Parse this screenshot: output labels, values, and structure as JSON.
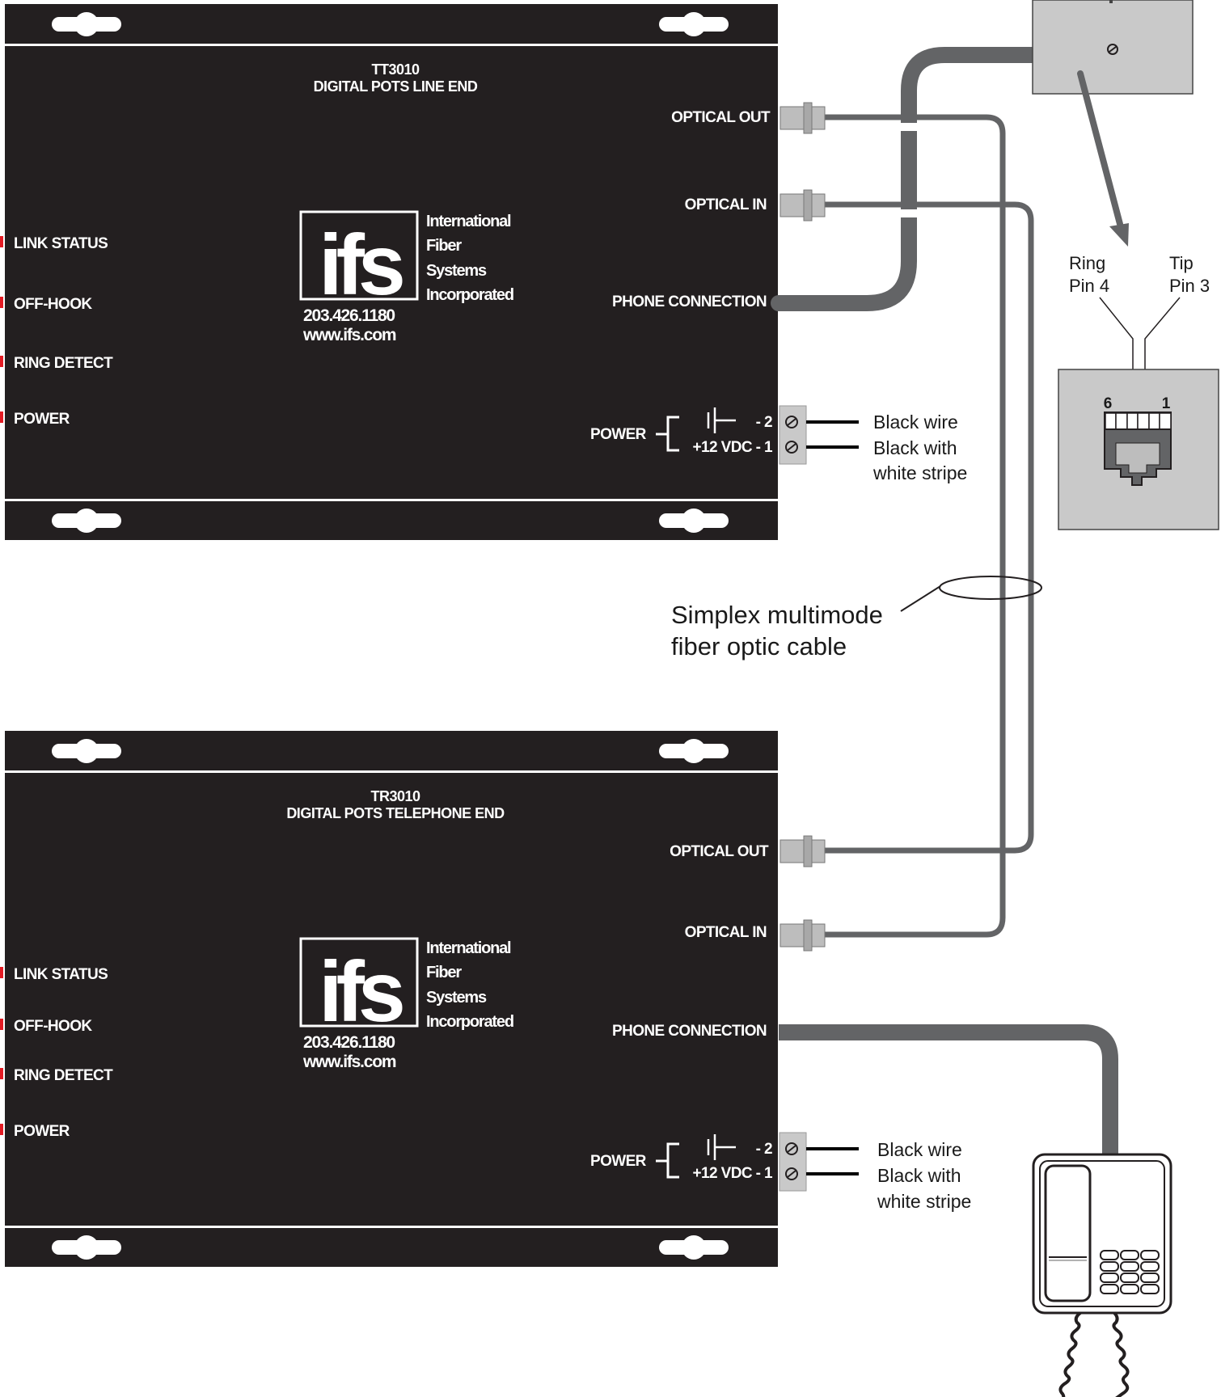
{
  "units": [
    {
      "model": "TT3010",
      "name": "DIGITAL POTS LINE END",
      "optical_out": "OPTICAL OUT",
      "optical_in": "OPTICAL IN",
      "phone_connection": "PHONE CONNECTION",
      "power_label": "POWER",
      "terminal_neg": "- 2",
      "terminal_pos": "+12 VDC - 1",
      "leds": [
        "LINK STATUS",
        "OFF-HOOK",
        "RING DETECT",
        "POWER"
      ],
      "logo": {
        "mark": "ifs",
        "lines": [
          "International",
          "Fiber",
          "Systems",
          "Incorporated"
        ],
        "phone": "203.426.1180",
        "web": "www.ifs.com"
      },
      "wire_black": "Black wire",
      "wire_striped_1": "Black with",
      "wire_striped_2": "white stripe"
    },
    {
      "model": "TR3010",
      "name": "DIGITAL POTS TELEPHONE END",
      "optical_out": "OPTICAL OUT",
      "optical_in": "OPTICAL IN",
      "phone_connection": "PHONE CONNECTION",
      "power_label": "POWER",
      "terminal_neg": "- 2",
      "terminal_pos": "+12 VDC - 1",
      "leds": [
        "LINK STATUS",
        "OFF-HOOK",
        "RING DETECT",
        "POWER"
      ],
      "logo": {
        "mark": "ifs",
        "lines": [
          "International",
          "Fiber",
          "Systems",
          "Incorporated"
        ],
        "phone": "203.426.1180",
        "web": "www.ifs.com"
      },
      "wire_black": "Black wire",
      "wire_striped_1": "Black with",
      "wire_striped_2": "white stripe"
    }
  ],
  "jack": {
    "ring_label": "Ring",
    "ring_pin": "Pin 4",
    "tip_label": "Tip",
    "tip_pin": "Pin 3",
    "pin_left": "6",
    "pin_right": "1"
  },
  "cable_callout": {
    "line1": "Simplex multimode",
    "line2": "fiber optic cable"
  },
  "colors": {
    "unit_body": "#231f20",
    "cable": "#636466",
    "wall_plate": "#c9c9c9",
    "led": "#e31b23",
    "connector": "#bdbdbd"
  }
}
